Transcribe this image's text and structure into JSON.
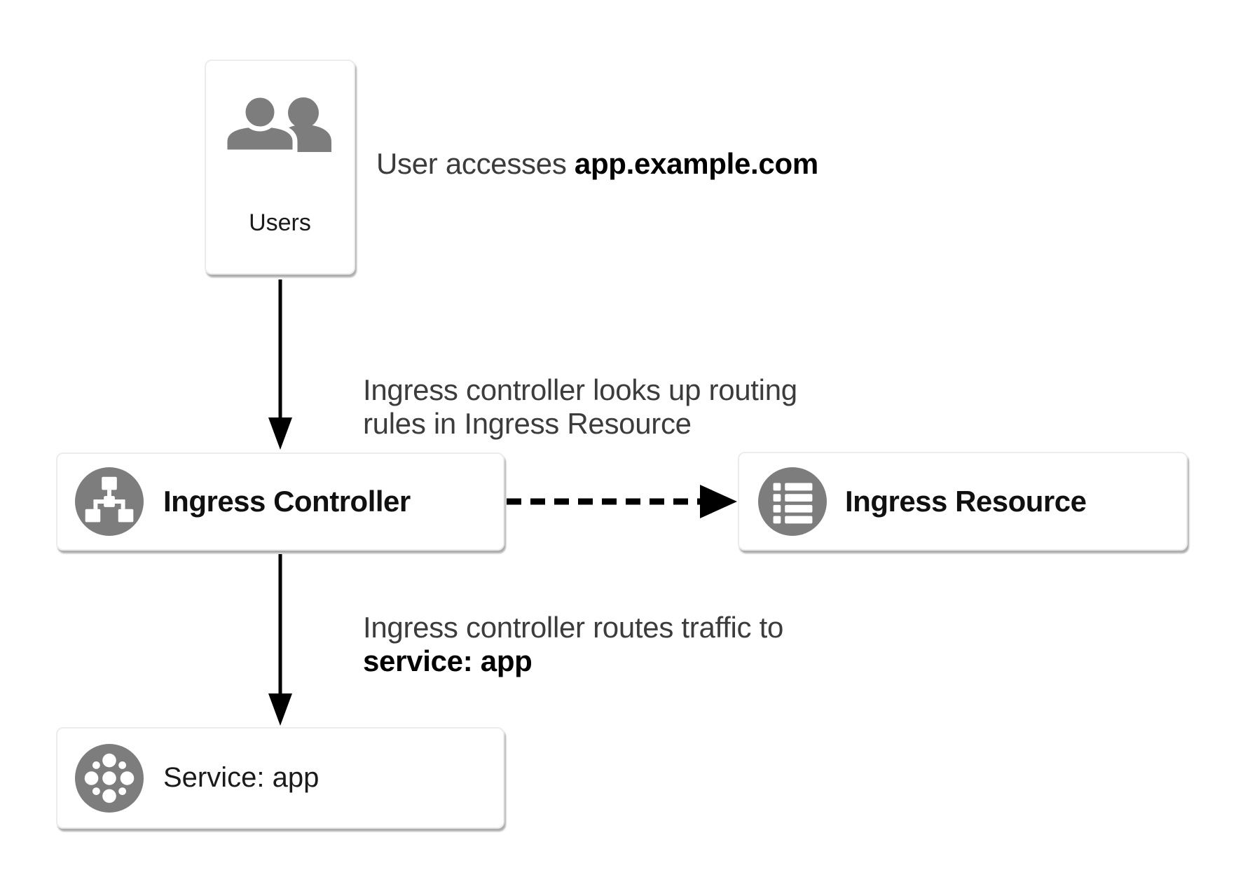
{
  "nodes": {
    "users": {
      "label": "Users"
    },
    "ingress_controller": {
      "label": "Ingress Controller"
    },
    "ingress_resource": {
      "label": "Ingress Resource"
    },
    "service_app": {
      "label": "Service: app"
    }
  },
  "annotations": {
    "user_access": {
      "text": "User accesses ",
      "bold": "app.example.com"
    },
    "lookup": {
      "line1": "Ingress controller looks up routing",
      "line2": "rules in Ingress Resource"
    },
    "route": {
      "line1": "Ingress controller routes traffic to",
      "line2_bold": "service: app"
    }
  },
  "icons": {
    "users": "two-people-icon",
    "ingress_controller": "sitemap-icon",
    "ingress_resource": "list-icon",
    "service_app": "service-dots-icon"
  },
  "colors": {
    "icon_gray": "#7d7d7d",
    "arrow_black": "#000000",
    "note_text": "#3c3c3c",
    "bold_text": "#000000",
    "card_border": "#ececec"
  }
}
